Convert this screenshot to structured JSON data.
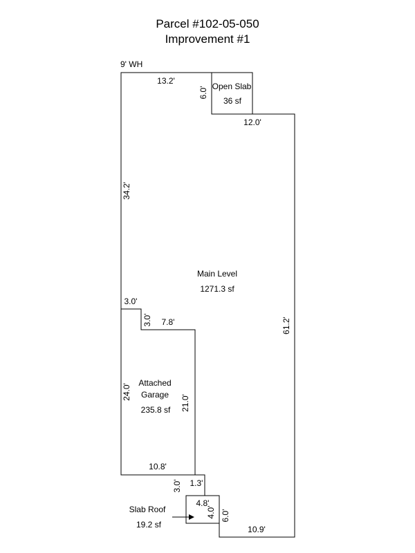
{
  "header": {
    "title": "Parcel #102-05-050",
    "subtitle": "Improvement #1"
  },
  "wall_height_note": "9' WH",
  "areas": {
    "main": {
      "name": "Main Level",
      "area": "1271.3 sf"
    },
    "open_slab": {
      "name": "Open Slab",
      "area": "36 sf"
    },
    "garage": {
      "name_line1": "Attached",
      "name_line2": "Garage",
      "area": "235.8 sf"
    },
    "slab_roof": {
      "name": "Slab Roof",
      "area": "19.2 sf"
    }
  },
  "dimensions": {
    "main_top": "13.2'",
    "open_slab_height": "6.0'",
    "main_step": "12.0'",
    "main_left": "34.2'",
    "main_right": "61.2'",
    "main_notch_width": "3.0'",
    "main_notch_height": "3.0'",
    "garage_top": "7.8'",
    "garage_left": "24.0'",
    "garage_right": "21.0'",
    "garage_bottom": "10.8'",
    "lower_jog_height": "3.0'",
    "lower_jog_width": "1.3'",
    "slab_roof_width": "4.8'",
    "slab_roof_height": "4.0'",
    "bottom_left": "6.0'",
    "main_bottom": "10.9'"
  }
}
